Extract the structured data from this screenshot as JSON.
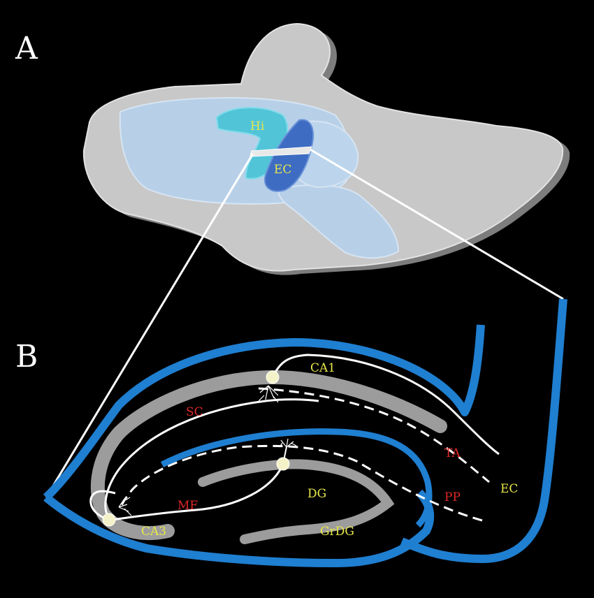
{
  "panels": {
    "a": "A",
    "b": "B"
  },
  "brain_labels": {
    "hippocampus": "Hi",
    "entorhinal_cortex": "EC"
  },
  "hippocampus_labels": {
    "ca1": "CA1",
    "ca3": "CA3",
    "dg": "DG",
    "grdg": "GrDG",
    "ec": "EC",
    "sc": "SC",
    "ta": "TA",
    "mf": "MF",
    "pp": "PP"
  },
  "colors": {
    "background": "#000000",
    "brain_fill": "#c9c9c9",
    "brain_shadow": "#8a8a8a",
    "brain_region": "#b9d4ea",
    "hippocampus_region": "#4fc3d8",
    "ec_region": "#3f6fc0",
    "tissue_blue": "#1f7fd1",
    "cell_layer_gray": "#9a9a9a",
    "axon_white": "#ffffff",
    "region_label_yellow": "#e8e84a",
    "pathway_label_red": "#e02828"
  }
}
